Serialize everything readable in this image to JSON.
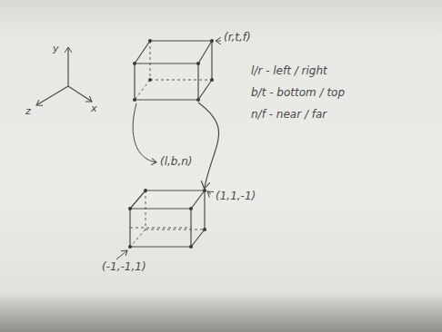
{
  "diagram": {
    "nodes": [
      {
        "text": [
          "(r,t,f)",
          "(l,b,n)"
        ]
      },
      {
        "text": [
          "(1,1,-1)",
          "(-1,-1,1)"
        ]
      }
    ],
    "edges": [
      {
        "from": 0,
        "to": 1,
        "arrow": "to"
      }
    ],
    "labels": [
      "y",
      "z",
      "x",
      "l/r - left / right",
      "b/t - bottom / top",
      "n/f - near / far"
    ]
  }
}
